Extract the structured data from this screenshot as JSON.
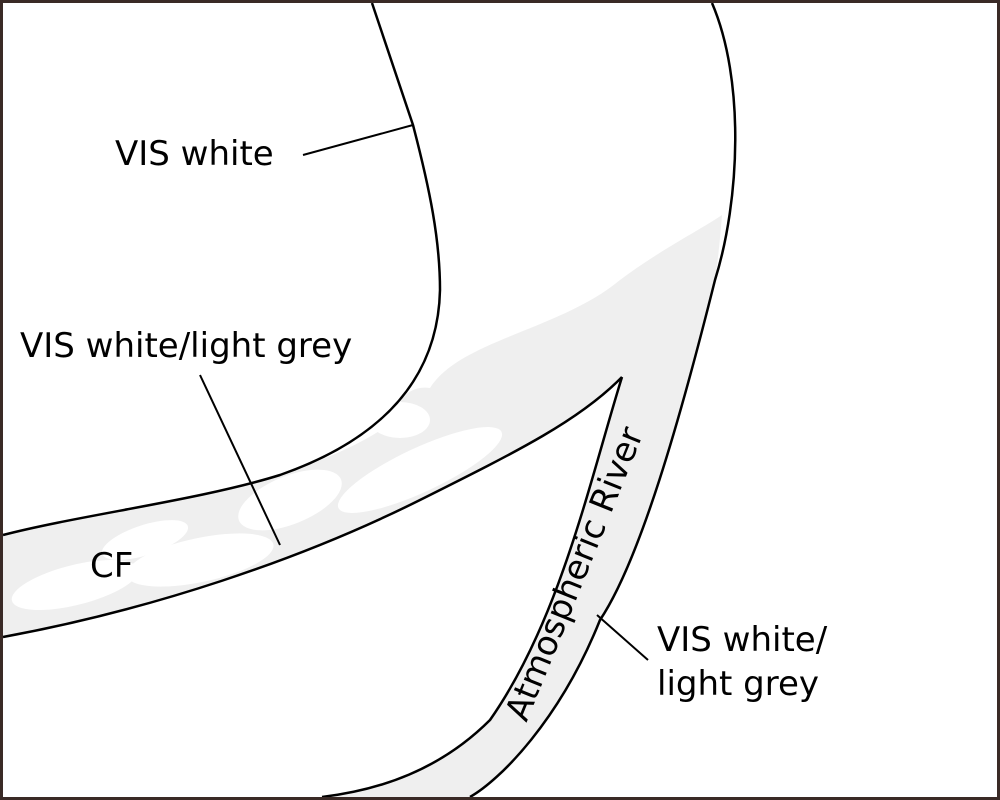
{
  "labels": {
    "vis_white": "VIS white",
    "vis_white_light_grey": "VIS white/light grey",
    "cf": "CF",
    "atmospheric_river": "Atmospheric River",
    "ar_vis_line1": "VIS white/",
    "ar_vis_line2": "light grey"
  },
  "colors": {
    "band_fill": "#efefef",
    "line": "#000000",
    "border": "#3a2a26"
  }
}
